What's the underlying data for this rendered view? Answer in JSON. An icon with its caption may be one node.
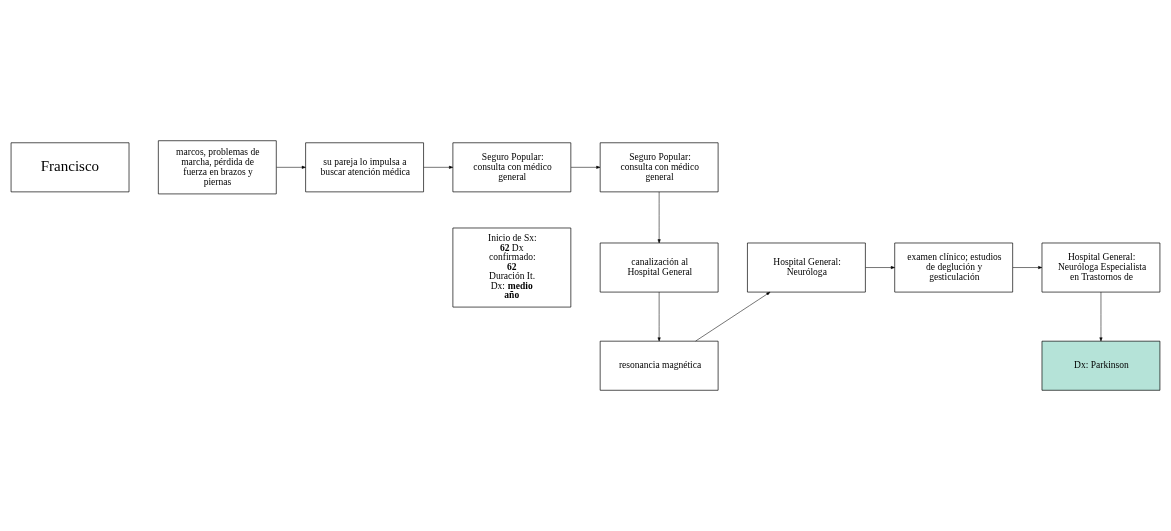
{
  "diagram": {
    "nodes": [
      {
        "text": [
          "Francisco"
        ]
      },
      {
        "text": [
          "Inicio de Sx: **62** Dx confirmado: **62** Duración It. Dx: **medio año**"
        ]
      },
      {
        "text": [
          "marcos, problemas de marcha, pérdida de fuerza en brazos y piernas"
        ]
      },
      {
        "text": [
          "su pareja lo impulsa a buscar atención médica"
        ]
      },
      {
        "text": [
          "Seguro Popular: consulta con médico general"
        ]
      },
      {
        "text": [
          "Seguro Popular: consulta con médico general"
        ]
      },
      {
        "text": [
          "canalización al Hospital General"
        ]
      },
      {
        "text": [
          "resonancia magnética"
        ]
      },
      {
        "text": [
          "Hospital General: Neuróloga"
        ]
      },
      {
        "text": [
          "examen clínico; estudios de deglución y gesticulación"
        ]
      },
      {
        "text": [
          "Hospital General: Neuróloga Especialista en Trastornos de"
        ]
      },
      {
        "text": [
          "Dx: Parkinson"
        ]
      }
    ],
    "edges": [
      {
        "from": 2,
        "to": 3,
        "arrow": "to"
      },
      {
        "from": 3,
        "to": 4,
        "arrow": "to"
      },
      {
        "from": 4,
        "to": 5,
        "arrow": "to"
      },
      {
        "from": 5,
        "to": 6,
        "arrow": "to"
      },
      {
        "from": 6,
        "to": 7,
        "arrow": "to"
      },
      {
        "from": 7,
        "to": 8,
        "arrow": "to"
      },
      {
        "from": 8,
        "to": 9,
        "arrow": "to"
      },
      {
        "from": 9,
        "to": 10,
        "arrow": "to"
      },
      {
        "from": 10,
        "to": 11,
        "arrow": "to"
      }
    ]
  }
}
